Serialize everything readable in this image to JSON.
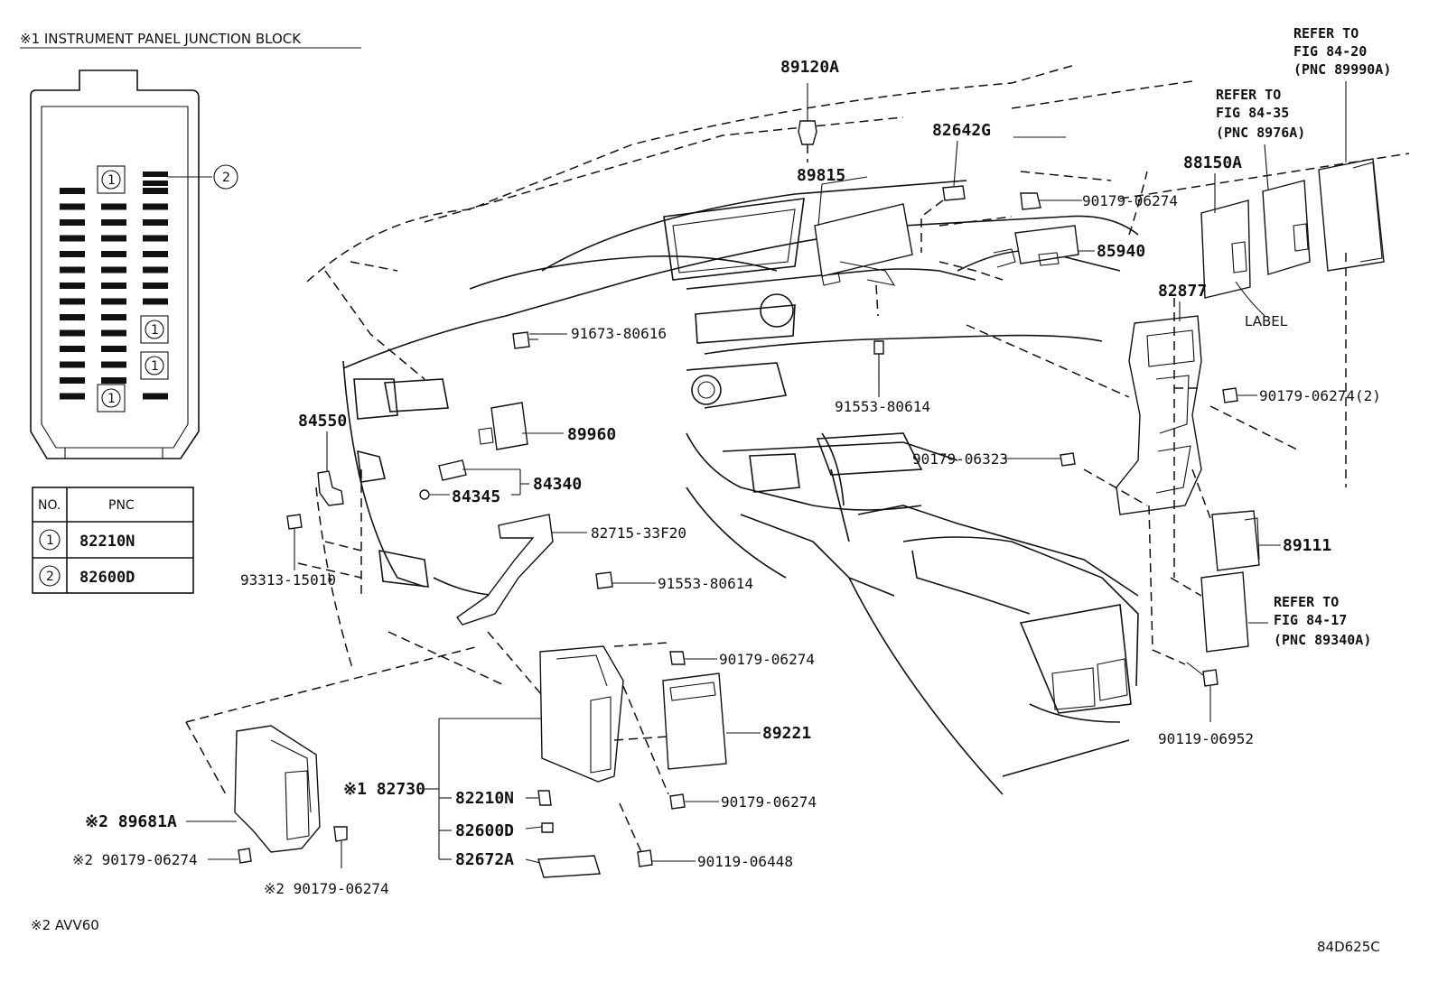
{
  "title": "※1 INSTRUMENT PANEL JUNCTION BLOCK",
  "footnote": "※2 AVV60",
  "figure_code": "84D625C",
  "table": {
    "headers": [
      "NO.",
      "PNC"
    ],
    "rows": [
      {
        "no": "1",
        "pnc": "82210N"
      },
      {
        "no": "2",
        "pnc": "82600D"
      }
    ]
  },
  "junction_block": {
    "callout_1": "1",
    "callout_2": "2"
  },
  "refs": {
    "r1": {
      "line1": "REFER TO",
      "line2": "FIG 84-20",
      "line3": "(PNC 89990A)"
    },
    "r2": {
      "line1": "REFER TO",
      "line2": "FIG 84-35",
      "line3": "(PNC 8976A)"
    },
    "r3": {
      "line1": "REFER TO",
      "line2": "FIG 84-17",
      "line3": "(PNC 89340A)"
    }
  },
  "parts": {
    "p89120A": "89120A",
    "p82642G": "82642G",
    "p89815": "89815",
    "p90179_06274_a": "90179-06274",
    "p85940": "85940",
    "p88150A": "88150A",
    "label": "LABEL",
    "p82877": "82877",
    "p91673_80616": "91673-80616",
    "p91553_80614_a": "91553-80614",
    "p90179_06274_2": "90179-06274(2)",
    "p84550": "84550",
    "p89960": "89960",
    "p90179_06323": "90179-06323",
    "p84340": "84340",
    "p84345": "84345",
    "p82715_33F20": "82715-33F20",
    "p89111": "89111",
    "p93313_15010": "93313-15010",
    "p91553_80614_b": "91553-80614",
    "p90179_06274_b": "90179-06274",
    "p89221": "89221",
    "p90119_06952": "90119-06952",
    "p82730": "※1 82730",
    "p82210N": "82210N",
    "p90179_06274_c": "90179-06274",
    "p89681A": "※2 89681A",
    "p82600D": "82600D",
    "p90179_06274_d": "※2 90179-06274",
    "p82672A": "82672A",
    "p90119_06448": "90119-06448",
    "p90179_06274_e": "※2 90179-06274"
  }
}
